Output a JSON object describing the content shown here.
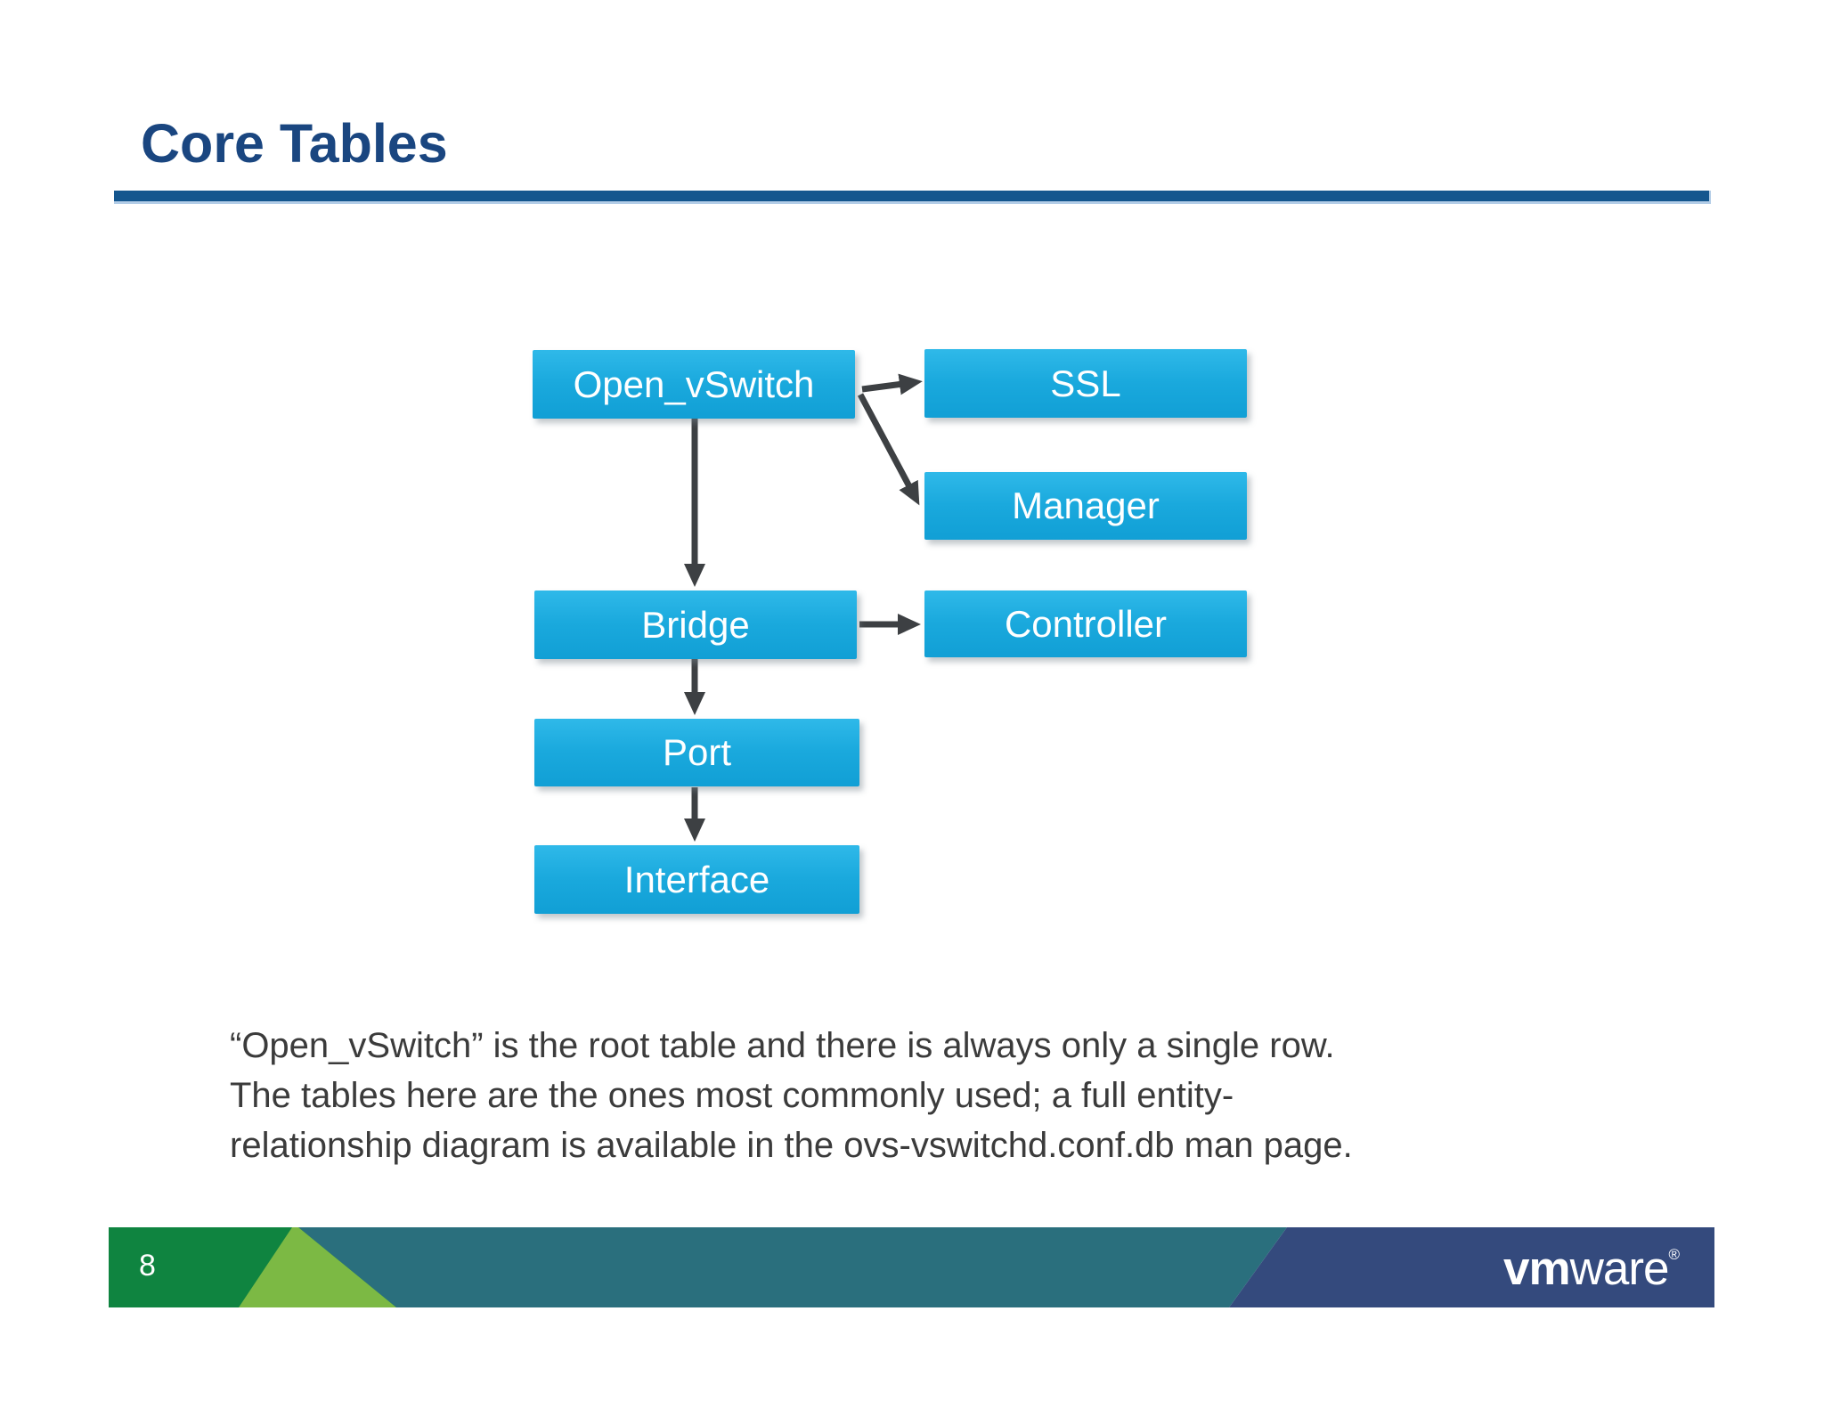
{
  "slide": {
    "title": "Core Tables",
    "page_number": "8"
  },
  "diagram": {
    "nodes": [
      {
        "id": "open_vswitch",
        "label": "Open_vSwitch"
      },
      {
        "id": "ssl",
        "label": "SSL"
      },
      {
        "id": "manager",
        "label": "Manager"
      },
      {
        "id": "bridge",
        "label": "Bridge"
      },
      {
        "id": "controller",
        "label": "Controller"
      },
      {
        "id": "port",
        "label": "Port"
      },
      {
        "id": "interface",
        "label": "Interface"
      }
    ],
    "edges": [
      {
        "from": "Open_vSwitch",
        "to": "SSL"
      },
      {
        "from": "Open_vSwitch",
        "to": "Manager"
      },
      {
        "from": "Open_vSwitch",
        "to": "Bridge"
      },
      {
        "from": "Bridge",
        "to": "Controller"
      },
      {
        "from": "Bridge",
        "to": "Port"
      },
      {
        "from": "Port",
        "to": "Interface"
      }
    ]
  },
  "paragraph": {
    "lines": [
      "“Open_vSwitch” is the root table and there is always only a single row.",
      "The tables here are the ones most commonly used; a full entity-",
      "relationship diagram is available in the ovs-vswitchd.conf.db man page."
    ]
  },
  "footer": {
    "logo_bold": "vm",
    "logo_rest": "ware",
    "logo_reg": "®"
  },
  "colors": {
    "title_blue": "#1a4680",
    "rule_blue": "#14568e",
    "rule_edge_light": "#b3cde7",
    "node_blue_top": "#2fb9e9",
    "node_blue_bottom": "#119fd5",
    "arrow_gray": "#3d4043",
    "body_text_gray": "#3b3b3b",
    "footer_dark_green": "#0f8440",
    "footer_light_green": "#7cb944",
    "footer_teal": "#2a6f7d",
    "footer_navy": "#344a7d"
  }
}
